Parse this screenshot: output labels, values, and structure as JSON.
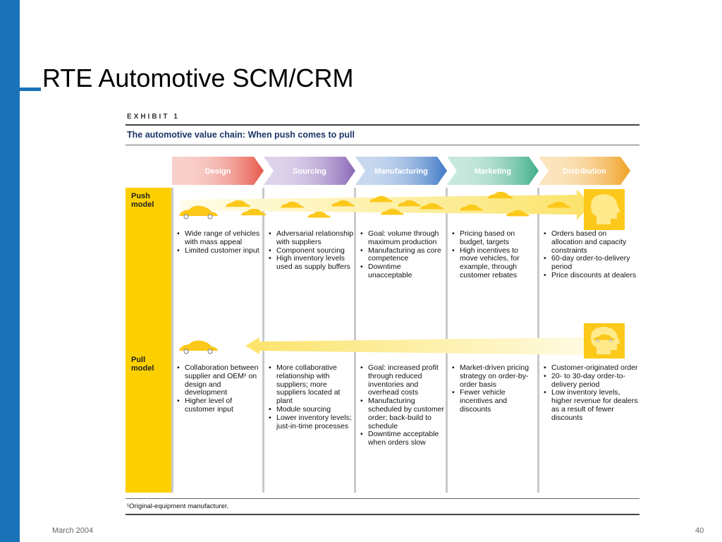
{
  "slide": {
    "title": "RTE Automotive SCM/CRM",
    "footer_date": "March 2004",
    "page_number": "40"
  },
  "exhibit": {
    "label": "EXHIBIT 1",
    "subtitle": "The automotive value chain: When push comes to pull",
    "stages": [
      "Design",
      "Sourcing",
      "Manufacturing",
      "Marketing",
      "Distribution"
    ],
    "stage_colors": [
      "#e8584a",
      "#8a66b8",
      "#3f79c6",
      "#3eae8a",
      "#f0a020"
    ],
    "push_label_1": "Push",
    "push_label_2": "model",
    "pull_label_1": "Pull",
    "pull_label_2": "model",
    "push_bullets": [
      [
        "Wide range of vehicles with mass appeal",
        "Limited customer input"
      ],
      [
        "Adversarial relationship with suppliers",
        "Component sourcing",
        "High inventory levels used as supply buffers"
      ],
      [
        "Goal: volume through maximum production",
        "Manufacturing as core competence",
        "Downtime unacceptable"
      ],
      [
        "Pricing based on budget, targets",
        "High incentives to move vehicles, for example, through customer rebates"
      ],
      [
        "Orders based on allocation and capacity constraints",
        "60-day order-to-delivery period",
        "Price discounts at dealers"
      ]
    ],
    "pull_bullets": [
      [
        "Collaboration between supplier and OEM¹ on design and development",
        "Higher level of customer input"
      ],
      [
        "More collaborative relationship with suppliers; more suppliers located at plant",
        "Module sourcing",
        "Lower inventory levels; just-in-time processes"
      ],
      [
        "Goal: increased profit through reduced inventories and overhead costs",
        "Manufacturing scheduled by customer order; back-build to schedule",
        "Downtime acceptable when orders slow"
      ],
      [
        "Market-driven pricing strategy on order-by-order basis",
        "Fewer vehicle incentives and discounts"
      ],
      [
        "Customer-originated order",
        "20- to 30-day order-to-delivery period",
        "Low inventory levels, higher revenue for dealers as a result of fewer discounts"
      ]
    ],
    "footnote": "¹Original-equipment manufacturer."
  }
}
